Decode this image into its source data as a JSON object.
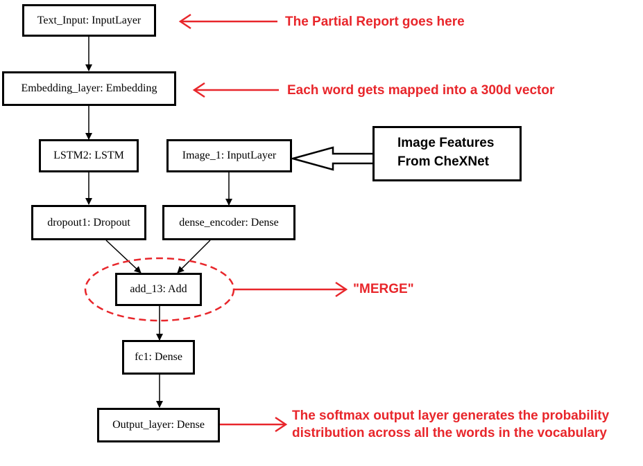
{
  "nodes": {
    "text_input": "Text_Input: InputLayer",
    "embedding": "Embedding_layer: Embedding",
    "lstm": "LSTM2: LSTM",
    "image_input": "Image_1: InputLayer",
    "dropout": "dropout1: Dropout",
    "dense_encoder": "dense_encoder: Dense",
    "add": "add_13: Add",
    "fc1": "fc1: Dense",
    "output": "Output_layer: Dense"
  },
  "image_features": {
    "line1": "Image Features",
    "line2": "From CheXNet"
  },
  "callouts": {
    "partial_report": "The Partial Report goes here",
    "embedding_note": "Each word gets mapped into a 300d vector",
    "merge": "\"MERGE\"",
    "softmax_line1": "The softmax output layer generates the probability",
    "softmax_line2": "distribution across all the words in the vocabulary"
  },
  "colors": {
    "annotation": "#e8262b",
    "node_border": "#000000"
  }
}
